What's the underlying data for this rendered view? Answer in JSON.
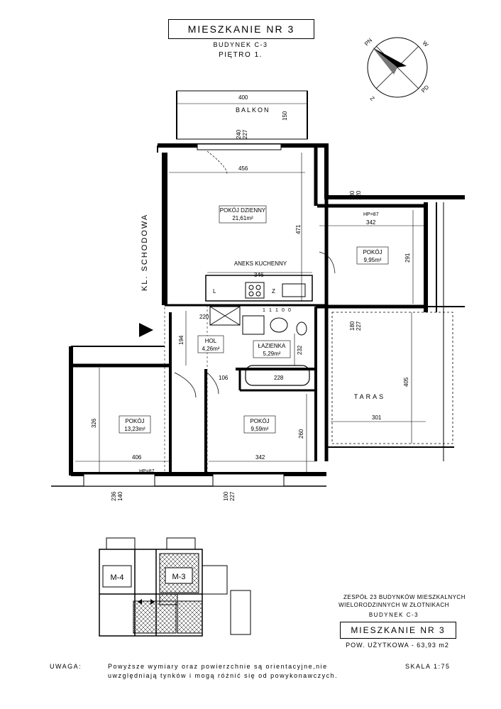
{
  "header": {
    "title": "MIESZKANIE NR 3",
    "building": "BUDYNEK C-3",
    "floor": "PIĘTRO 1."
  },
  "compass": {
    "labels": [
      "PN",
      "W",
      "PD",
      "Z"
    ]
  },
  "rooms": {
    "balkon": "BALKON",
    "pokoj_dzienny": {
      "name": "POKÓJ DZIENNY",
      "area": "21,61m²"
    },
    "aneks": "ANEKS KUCHENNY",
    "pokoj_ne": {
      "name": "POKÓJ",
      "area": "9,95m²"
    },
    "hol": {
      "name": "HOL",
      "area": "4,26m²"
    },
    "lazienka": {
      "name": "ŁAZIENKA",
      "area": "5,29m²"
    },
    "pokoj_sw": {
      "name": "POKÓJ",
      "area": "13,23m²"
    },
    "pokoj_s": {
      "name": "POKÓJ",
      "area": "9,59m²"
    },
    "taras": "TARAS",
    "klatka": "KL. SCHODOWA"
  },
  "dimensions": {
    "balkon_w": "400",
    "balkon_h": "150",
    "balkon_door": [
      "240",
      "227"
    ],
    "dzienny_w": "456",
    "dzienny_h": "471",
    "aneks_w": "346",
    "hp_ne": "HP=87",
    "pokoj_ne_w": "342",
    "pokoj_ne_h": "291",
    "door_ne": [
      "180",
      "120"
    ],
    "door_taras": [
      "180",
      "227"
    ],
    "hol_220": "220",
    "hol_194": "194",
    "laz_232": "232",
    "laz_228": "228",
    "hol_106": "106",
    "taras_h": "405",
    "taras_w": "301",
    "sw_h": "326",
    "sw_w": "406",
    "hp_sw": "HP=87",
    "s_h": "260",
    "s_w": "342",
    "win_sw": [
      "236",
      "140"
    ],
    "win_s": [
      "100",
      "227"
    ],
    "kitchen_codes": [
      "1",
      "1",
      "1",
      "0",
      "0"
    ],
    "kitchen_letters": [
      "L",
      "Z"
    ]
  },
  "keyplan": {
    "m4": "M-4",
    "m3": "M-3"
  },
  "info": {
    "line1": "ZESPÓŁ 23 BUDYNKÓW MIESZKALNYCH",
    "line2": "WIELORODZINNYCH W ZŁOTNIKACH",
    "line3": "BUDYNEK C-3",
    "box": "MIESZKANIE NR 3",
    "area": "POW. UŻYTKOWA - 63,93 m2"
  },
  "note": {
    "label": "UWAGA:",
    "line1": "Powyższe wymiary oraz powierzchnie są orientacyjne,nie",
    "line2": "uwzględniają tynków i mogą różnić się od powykonawczych.",
    "scale": "SKALA 1:75"
  }
}
